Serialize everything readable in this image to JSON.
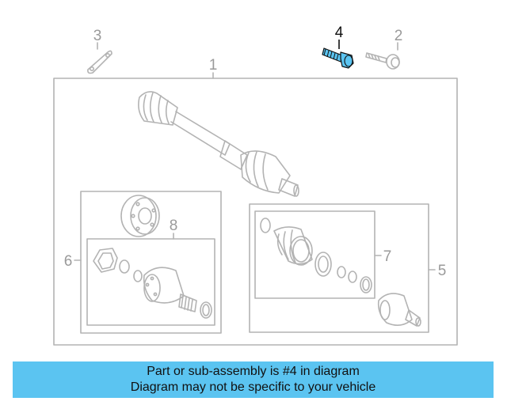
{
  "callouts": {
    "c1": "1",
    "c2": "2",
    "c3": "3",
    "c4": "4",
    "c5": "5",
    "c6": "6",
    "c7": "7",
    "c8": "8"
  },
  "highlight_color": "#5bc4f1",
  "banner": {
    "line1": "Part or sub-assembly is #4 in diagram",
    "line2": "Diagram may not be specific to your vehicle"
  }
}
